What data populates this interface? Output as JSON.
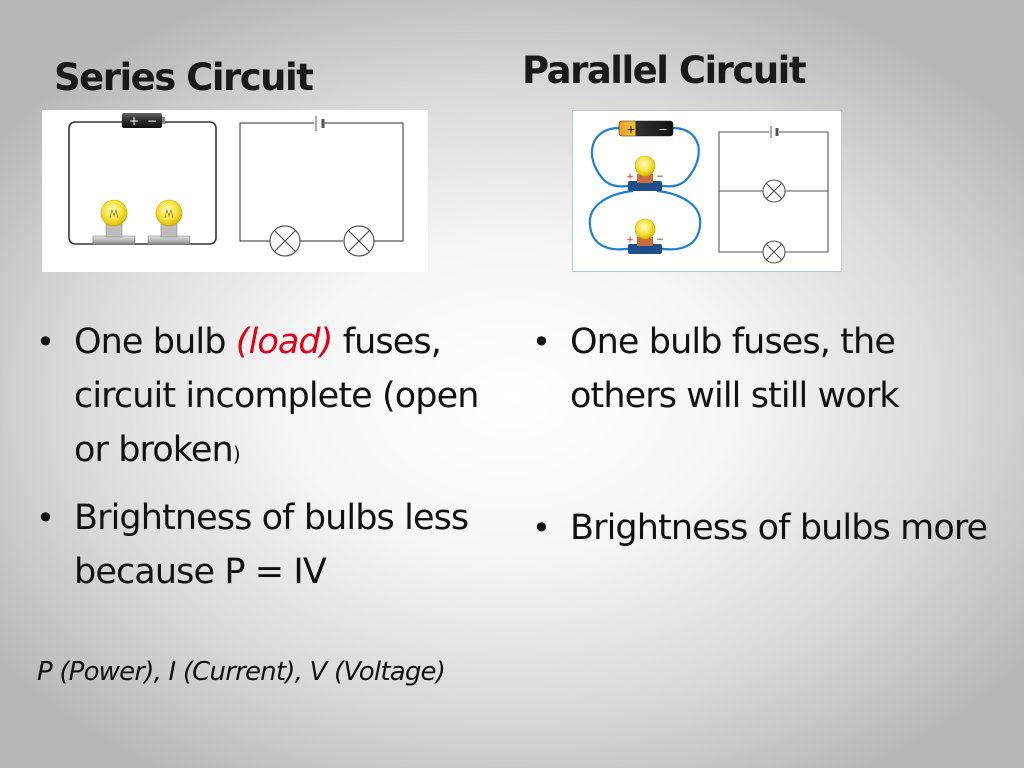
{
  "series": {
    "heading": "Series Circuit",
    "battery_plus": "+",
    "battery_minus": "−",
    "bullet1": {
      "part1": "One bulb ",
      "load": "(load)",
      "part2": " fuses, circuit incomplete (open or broken",
      "close_paren": ")"
    },
    "bullet2": "Brightness of bulbs less because P = IV",
    "footnote": "P (Power), I (Current), V (Voltage)"
  },
  "parallel": {
    "heading": "Parallel Circuit",
    "battery_plus": "+",
    "battery_minus": "−",
    "holder_plus": "+",
    "holder_minus": "−",
    "bullet1": "One bulb fuses, the others will still work",
    "bullet2": "Brightness of bulbs more"
  },
  "colors": {
    "load_text": "#e0001a",
    "wire_blue": "#1e7fd0",
    "schematic_line": "#555555",
    "bulb_yellow": "#f7e23a"
  }
}
